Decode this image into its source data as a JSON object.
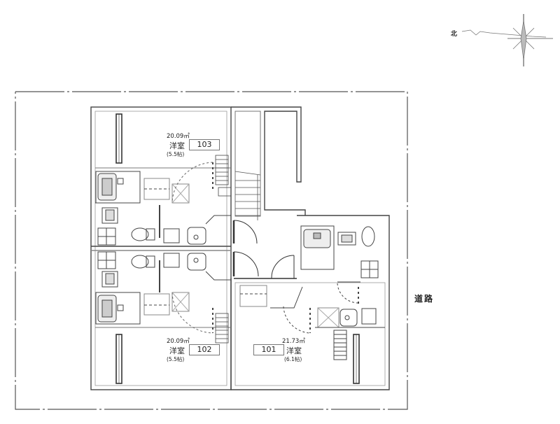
{
  "compass": {
    "label": "北"
  },
  "road": {
    "label": "道路"
  },
  "units": [
    {
      "number": "103",
      "type": "洋室",
      "area": "20.09㎡",
      "tatami": "(5.5帖)"
    },
    {
      "number": "102",
      "type": "洋室",
      "area": "20.09㎡",
      "tatami": "(5.5帖)"
    },
    {
      "number": "101",
      "type": "洋室",
      "area": "21.73㎡",
      "tatami": "(6.1帖)"
    }
  ],
  "colors": {
    "wall": "#444444",
    "thin": "#888888",
    "dashed": "#666666",
    "background": "#ffffff"
  }
}
